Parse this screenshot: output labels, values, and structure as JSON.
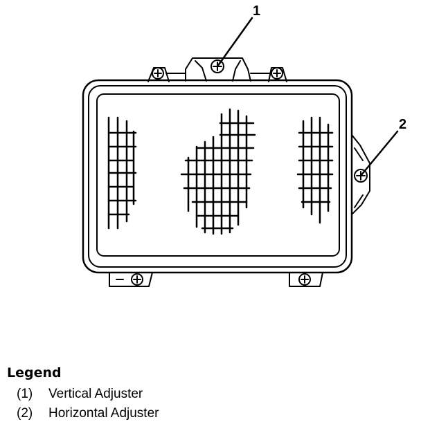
{
  "callouts": [
    {
      "number": "1"
    },
    {
      "number": "2"
    }
  ],
  "legend": {
    "title": "Legend",
    "items": [
      {
        "number": "(1)",
        "label": "Vertical Adjuster"
      },
      {
        "number": "(2)",
        "label": "Horizontal Adjuster"
      }
    ]
  },
  "colors": {
    "line": "#000000",
    "background": "#ffffff"
  }
}
